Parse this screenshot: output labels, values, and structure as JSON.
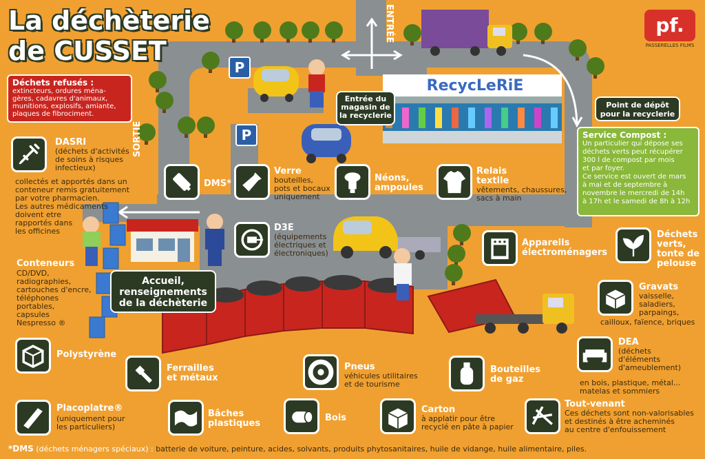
{
  "title": {
    "line1": "La déchèterie",
    "line2": "de CUSSET"
  },
  "logo": {
    "mark": "pf.",
    "caption": "PASSERELLES FILMS",
    "color": "#d8312a"
  },
  "road": {
    "entree": "ENTRÉE",
    "sortie": "SORTIE",
    "parking": "P"
  },
  "refused": {
    "heading": "Déchets refusés :",
    "text": [
      "extincteurs, ordures ména-",
      "gères, cadavres d'animaux,",
      "munitions, explosifs, amiante,",
      "plaques de fibrociment."
    ]
  },
  "dasri": {
    "title": "DASRI",
    "sub": [
      "(déchets d'activités",
      "de soins à risques",
      "infectieux)"
    ],
    "note": [
      "collectés et apportés dans un",
      "conteneur remis gratuitement",
      "par votre pharmacien.",
      "Les autres médicaments",
      "doivent etre",
      "rapportés dans",
      "les officines"
    ]
  },
  "recyclerie": {
    "sign": "RecycLeRiE",
    "entry": [
      "Entrée du",
      "magasin de",
      "la recyclerie"
    ],
    "dropoff": [
      "Point de dépôt",
      "pour la recyclerie"
    ]
  },
  "compost": {
    "heading": "Service Compost :",
    "text": [
      "Un particulier qui dépose ses",
      "déchets verts peut récupérer",
      "300 l de compost par mois",
      "et par foyer.",
      "Ce service est ouvert de mars",
      "à mai et de septembre à",
      "novembre le mercredi de 14h",
      "à 17h et le samedi de 8h à 12h"
    ]
  },
  "accueil": [
    "Accueil,",
    "renseignements",
    "de la déchèterie"
  ],
  "items": {
    "dms": {
      "label": "DMS*"
    },
    "verre": {
      "label": "Verre",
      "sub": [
        "bouteilles,",
        "pots et bocaux",
        "uniquement"
      ]
    },
    "neons": {
      "label": [
        "Néons,",
        "ampoules"
      ]
    },
    "textile": {
      "label": [
        "Relais",
        "textile"
      ],
      "sub": [
        "vêtements, chaussures,",
        "sacs à main"
      ]
    },
    "d3e": {
      "label": "D3E",
      "sub": [
        "(équipements",
        "électriques et",
        "électroniques)"
      ]
    },
    "appareils": {
      "label": [
        "Appareils",
        "électroménagers"
      ]
    },
    "verts": {
      "label": [
        "Déchets",
        "verts,",
        "tonte de",
        "pelouse"
      ]
    },
    "gravats": {
      "label": "Gravats",
      "sub": [
        "vaisselle,",
        "saladiers,",
        "parpaings,",
        "cailloux, faïence, briques"
      ]
    },
    "dea": {
      "label": "DEA",
      "sub": [
        "(déchets",
        "d'éléments",
        "d'ameublement)",
        "en bois, plastique, métal...",
        "matelas et sommiers"
      ]
    },
    "conteneurs": {
      "label": "Conteneurs",
      "sub": [
        "CD/DVD,",
        "radiographies,",
        "cartouches d'encre,",
        "téléphones",
        "portables,",
        "capsules",
        "Nespresso ®"
      ]
    },
    "polystyrene": {
      "label": "Polystyrène"
    },
    "ferrailles": {
      "label": [
        "Ferrailles",
        "et métaux"
      ]
    },
    "pneus": {
      "label": "Pneus",
      "sub": [
        "véhicules utilitaires",
        "et de tourisme"
      ]
    },
    "gaz": {
      "label": [
        "Bouteilles",
        "de gaz"
      ]
    },
    "placoplatre": {
      "label": "Placoplatre®",
      "sub": [
        "(uniquement pour",
        "les particuliers)"
      ]
    },
    "baches": {
      "label": [
        "Bâches",
        "plastiques"
      ]
    },
    "bois": {
      "label": "Bois"
    },
    "carton": {
      "label": "Carton",
      "sub": [
        "à applatir pour être",
        "recyclé en pâte à papier"
      ]
    },
    "toutvenant": {
      "label": "Tout-venant",
      "sub": [
        "Ces déchets sont non-valorisables",
        "et destinés à être acheminés",
        "au centre d'enfouissement"
      ]
    }
  },
  "footnote": {
    "key": "*DMS",
    "paren": "(déchets ménagers spéciaux) :",
    "text": "batterie de voiture, peinture, acides, solvants, produits phytosanitaires, huile de vidange, huile alimentaire, piles."
  },
  "colors": {
    "background": "#f0a030",
    "road": "#8a8f92",
    "panel": "#2c3a24",
    "refused": "#c8251f",
    "compost": "#8ab83a",
    "container": "#c8251f"
  }
}
